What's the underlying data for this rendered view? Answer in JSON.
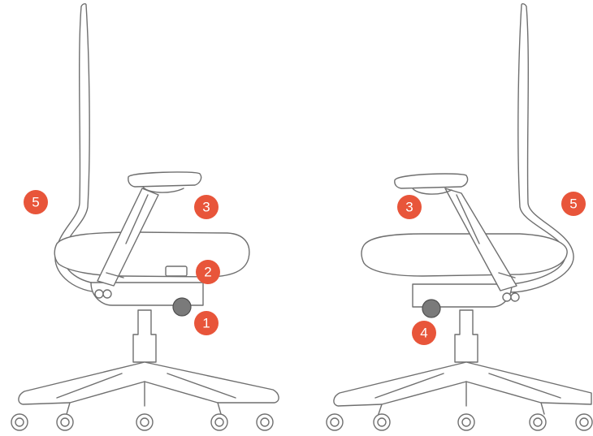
{
  "colors": {
    "line": "#6f6f6f",
    "badge": "#e8553a",
    "badge_text": "#ffffff",
    "knob": "#7a7a7a"
  },
  "left_chair": {
    "badges": [
      {
        "name": "badge-5-backrest",
        "label": "5"
      },
      {
        "name": "badge-3-armrest",
        "label": "3"
      },
      {
        "name": "badge-2-lever",
        "label": "2"
      },
      {
        "name": "badge-1-knob",
        "label": "1"
      }
    ]
  },
  "right_chair": {
    "badges": [
      {
        "name": "badge-3-armrest",
        "label": "3"
      },
      {
        "name": "badge-5-backrest",
        "label": "5"
      },
      {
        "name": "badge-4-knob",
        "label": "4"
      }
    ]
  }
}
